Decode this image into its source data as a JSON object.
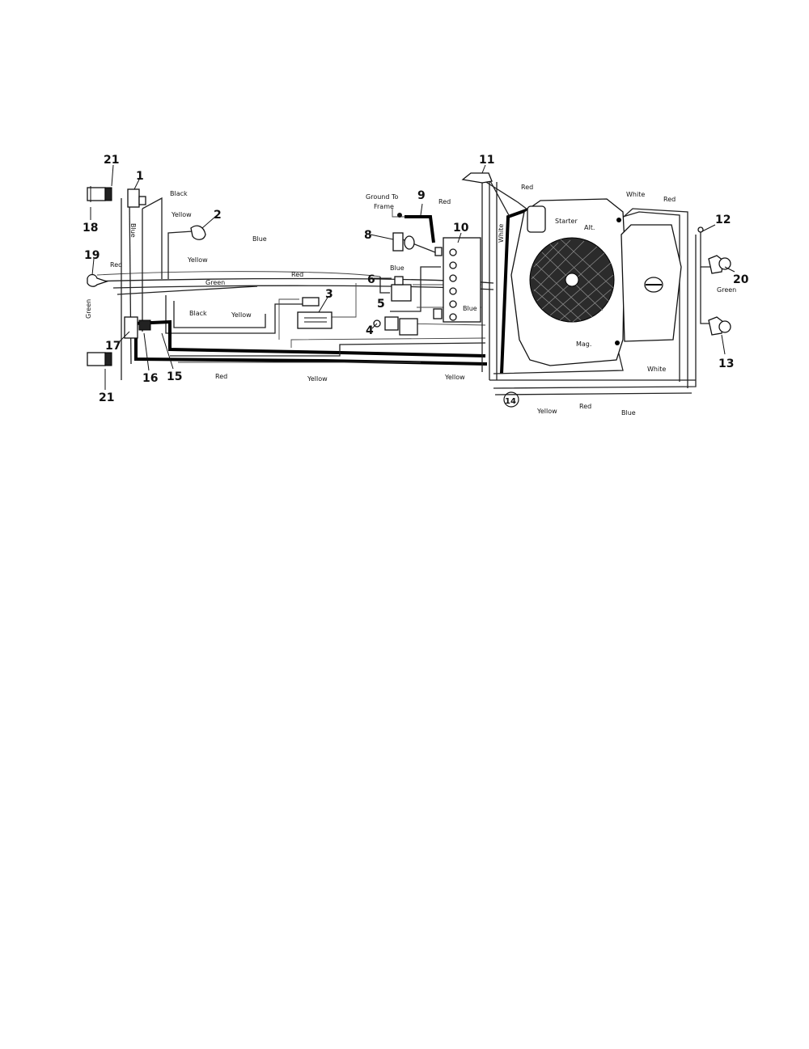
{
  "callouts": {
    "n1": "1",
    "n2": "2",
    "n3": "3",
    "n4": "4",
    "n5": "5",
    "n6": "6",
    "n8": "8",
    "n9": "9",
    "n10": "10",
    "n11": "11",
    "n12": "12",
    "n13": "13",
    "n14": "14",
    "n15": "15",
    "n16": "16",
    "n17": "17",
    "n18": "18",
    "n19": "19",
    "n20": "20",
    "n21_top": "21",
    "n21_bottom": "21"
  },
  "wire_labels": {
    "black_top": "Black",
    "yellow_top": "Yellow",
    "blue_vertical": "Blue",
    "yellow_mid": "Yellow",
    "blue_center": "Blue",
    "red_left": "Red",
    "green_center": "Green",
    "red_center": "Red",
    "black_lower": "Black",
    "yellow_lower": "Yellow",
    "green_left": "Green",
    "red_bottom": "Red",
    "yellow_bottom": "Yellow",
    "ground_line1": "Ground To",
    "ground_line2": "Frame",
    "red_ground": "Red",
    "blue_switch": "Blue",
    "blue_block": "Blue",
    "yellow_right": "Yellow",
    "white_vertical": "White",
    "red_top_right": "Red",
    "starter": "Starter",
    "white_engine": "White",
    "red_engine": "Red",
    "alt": "Alt.",
    "mag": "Mag.",
    "white_bottom": "White",
    "yellow_harness": "Yellow",
    "red_harness": "Red",
    "blue_harness": "Blue",
    "green_right": "Green"
  }
}
